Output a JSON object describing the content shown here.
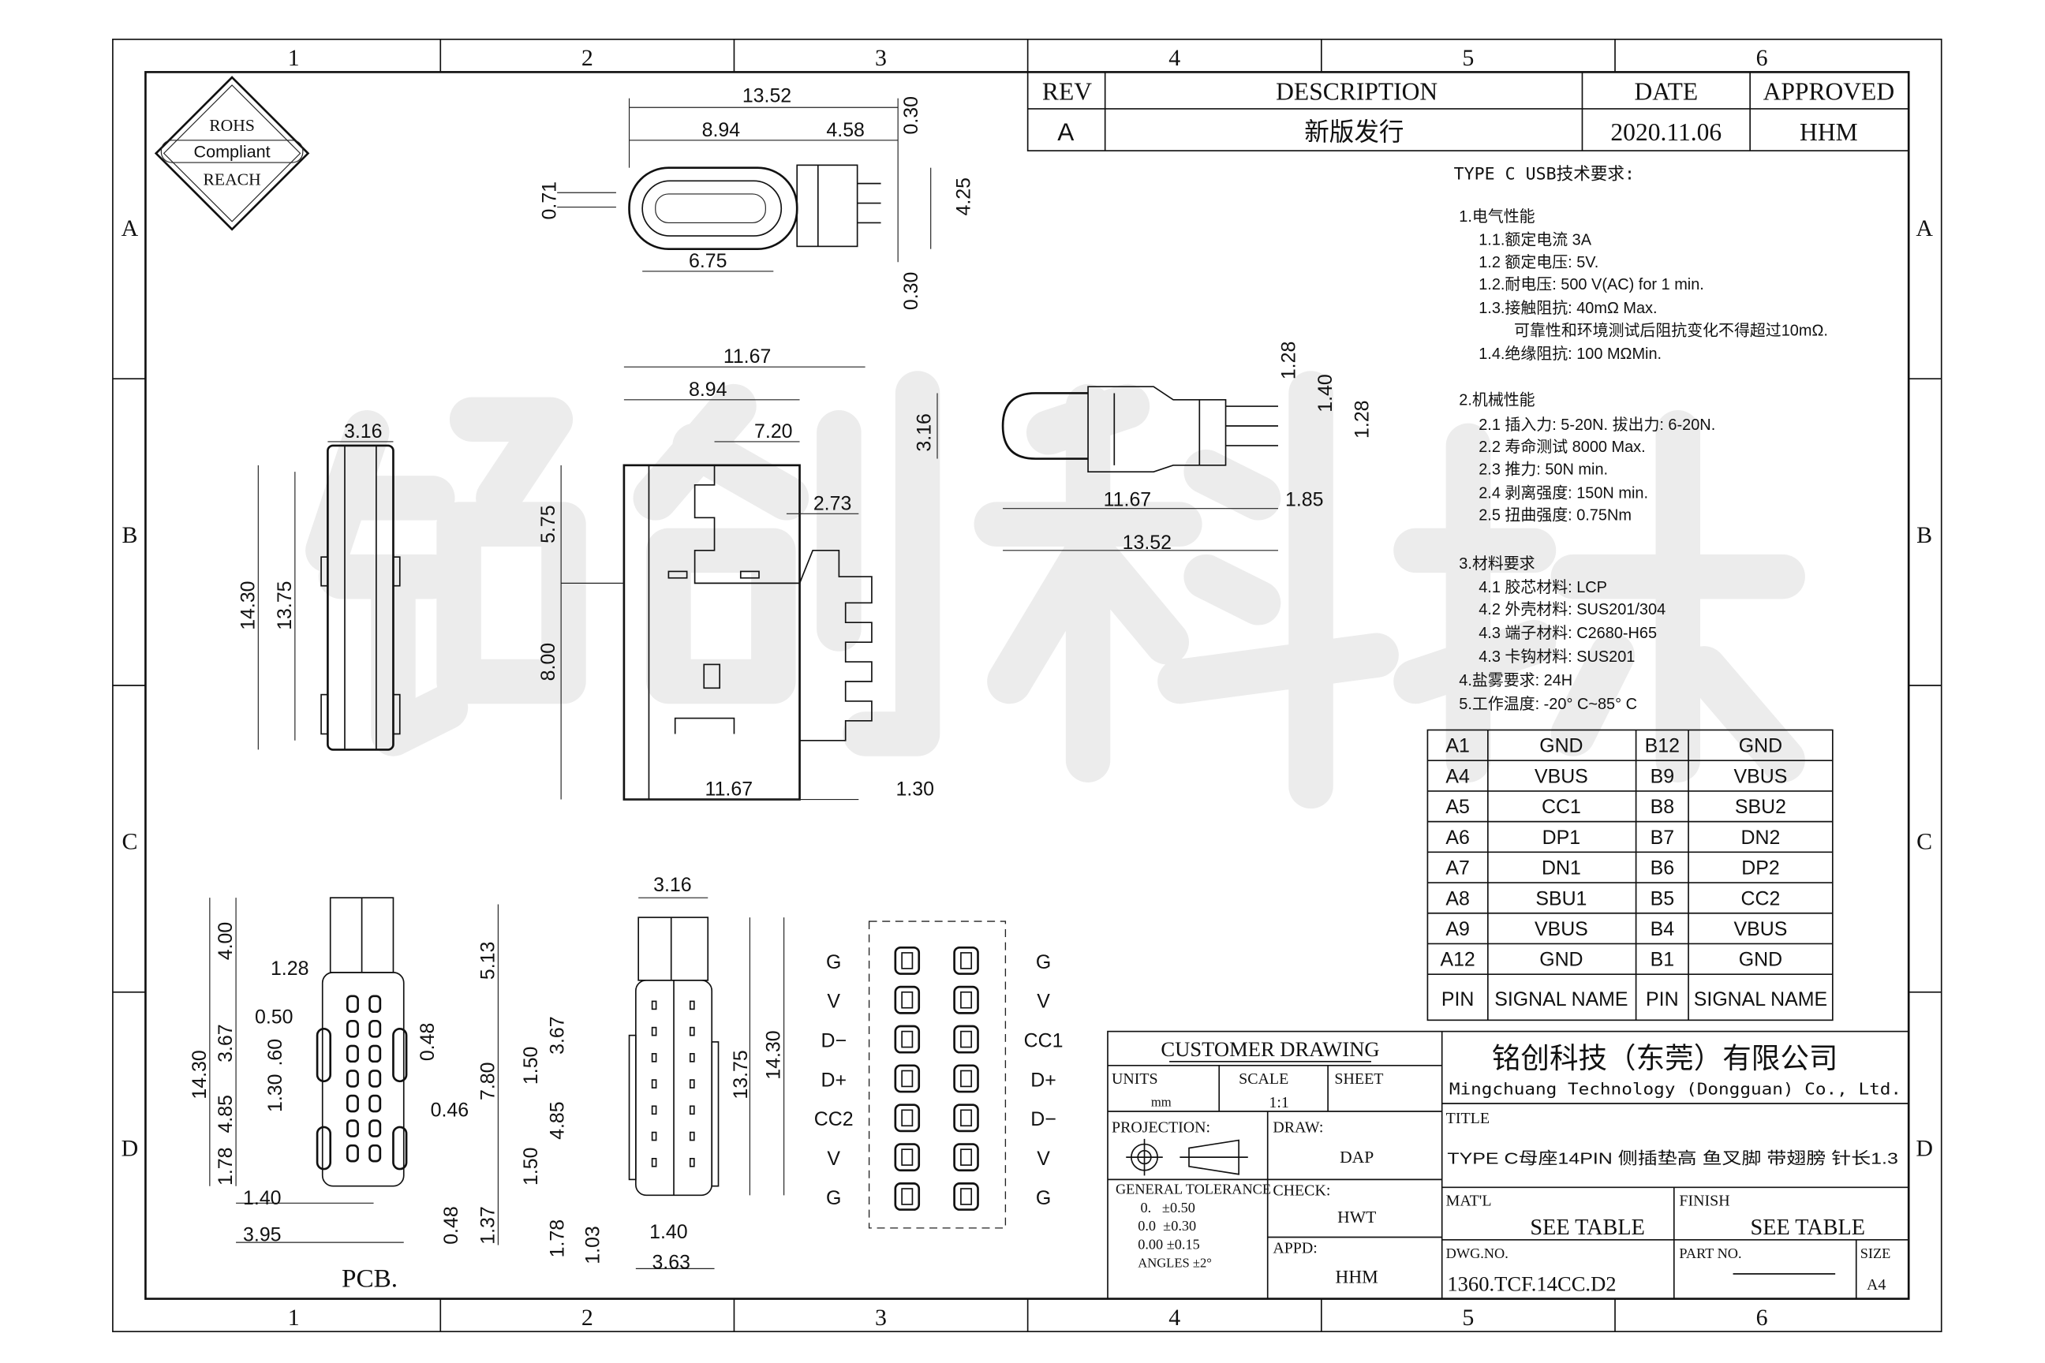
{
  "frame": {
    "columns": [
      "1",
      "2",
      "3",
      "4",
      "5",
      "6"
    ],
    "rows": [
      "A",
      "B",
      "C",
      "D"
    ]
  },
  "watermark": "铭创科技",
  "rohs_badge": {
    "line1": "ROHS",
    "line2": "Compliant",
    "line3": "REACH"
  },
  "revision_table": {
    "headers": [
      "REV",
      "DESCRIPTION",
      "DATE",
      "APPROVED"
    ],
    "rows": [
      [
        "A",
        "新版发行",
        "2020.11.06",
        "HHM"
      ]
    ]
  },
  "spec": {
    "title": "TYPE C USB技术要求:",
    "lines": [
      "1.电气性能",
      "1.1.额定电流 3A",
      "1.2 额定电压: 5V.",
      "1.2.耐电压: 500 V(AC) for 1 min.",
      "1.3.接触阻抗: 40mΩ Max.",
      "可靠性和环境测试后阻抗变化不得超过10mΩ.",
      "1.4.绝缘阻抗: 100 MΩMin.",
      "",
      "2.机械性能",
      "2.1 插入力: 5-20N. 拔出力: 6-20N.",
      "2.2 寿命测试 8000 Max.",
      "2.3 推力: 50N min.",
      "2.4 剥离强度: 150N min.",
      "2.5 扭曲强度: 0.75Nm",
      "",
      "3.材料要求",
      "4.1 胶芯材料: LCP",
      "4.2 外壳材料: SUS201/304",
      "4.3 端子材料: C2680-H65",
      "4.3 卡钩材料: SUS201",
      "4.盐雾要求: 24H",
      "5.工作温度: -20° C~85° C"
    ]
  },
  "pin_table": {
    "rows": [
      [
        "A1",
        "GND",
        "B12",
        "GND"
      ],
      [
        "A4",
        "VBUS",
        "B9",
        "VBUS"
      ],
      [
        "A5",
        "CC1",
        "B8",
        "SBU2"
      ],
      [
        "A6",
        "DP1",
        "B7",
        "DN2"
      ],
      [
        "A7",
        "DN1",
        "B6",
        "DP2"
      ],
      [
        "A8",
        "SBU1",
        "B5",
        "CC2"
      ],
      [
        "A9",
        "VBUS",
        "B4",
        "VBUS"
      ],
      [
        "A12",
        "GND",
        "B1",
        "GND"
      ]
    ],
    "footer": [
      "PIN",
      "SIGNAL NAME",
      "PIN",
      "SIGNAL NAME"
    ]
  },
  "drawings": {
    "top_view": [
      "13.52",
      "8.94",
      "4.58",
      "0.30",
      "0.71",
      "4.25",
      "6.75",
      "0.30"
    ],
    "front_view": [
      "11.67",
      "8.94",
      "7.20",
      "5.75",
      "2.73",
      "8.00",
      "11.67",
      "1.30"
    ],
    "left_view": [
      "3.16",
      "14.30",
      "13.75"
    ],
    "side_profile": [
      "3.16",
      "1.28",
      "1.40",
      "1.28",
      "11.67",
      "1.85",
      "13.52"
    ],
    "pcb_view": [
      "4.00",
      "5.13",
      "1.28",
      "3.67",
      "0.50",
      "0.48",
      "14.30",
      ".60",
      "4.85",
      "7.80",
      "1.30",
      "0.46",
      "1.78",
      "1.40",
      "0.48",
      "1.37",
      "3.95"
    ],
    "pcb_label": "PCB.",
    "bottom_view": [
      "3.16",
      "3.67",
      "1.50",
      "4.85",
      "13.75",
      "14.30",
      "1.50",
      "1.78",
      "1.03",
      "1.40",
      "3.63"
    ],
    "pin_layout": {
      "left": [
        "G",
        "V",
        "D−",
        "D+",
        "CC2",
        "V",
        "G"
      ],
      "right": [
        "G",
        "V",
        "CC1",
        "D+",
        "D−",
        "V",
        "G"
      ]
    }
  },
  "title_block": {
    "customer_drawing": "CUSTOMER DRAWING",
    "units_label": "UNITS",
    "units": "mm",
    "scale_label": "SCALE",
    "scale": "1:1",
    "sheet_label": "SHEET",
    "projection_label": "PROJECTION:",
    "draw_label": "DRAW:",
    "draw": "DAP",
    "check_label": "CHECK:",
    "check": "HWT",
    "appd_label": "APPD:",
    "appd": "HHM",
    "tolerance_label": "GENERAL TOLERANCE",
    "tolerances": [
      "0.   ±0.50",
      "0.0  ±0.30",
      "0.00 ±0.15",
      "ANGLES ±2°"
    ],
    "company_cn": "铭创科技（东莞）有限公司",
    "company_en": "Mingchuang Technology (Dongguan) Co., Ltd.",
    "title_label": "TITLE",
    "title": "TYPE C母座14PIN 侧插垫高 鱼叉脚 带翅膀 针长1.3",
    "matl_label": "MAT'L",
    "matl": "SEE TABLE",
    "finish_label": "FINISH",
    "finish": "SEE TABLE",
    "dwg_no_label": "DWG.NO.",
    "dwg_no": "1360.TCF.14CC.D2",
    "part_no_label": "PART NO.",
    "size_label": "SIZE",
    "size": "A4"
  }
}
